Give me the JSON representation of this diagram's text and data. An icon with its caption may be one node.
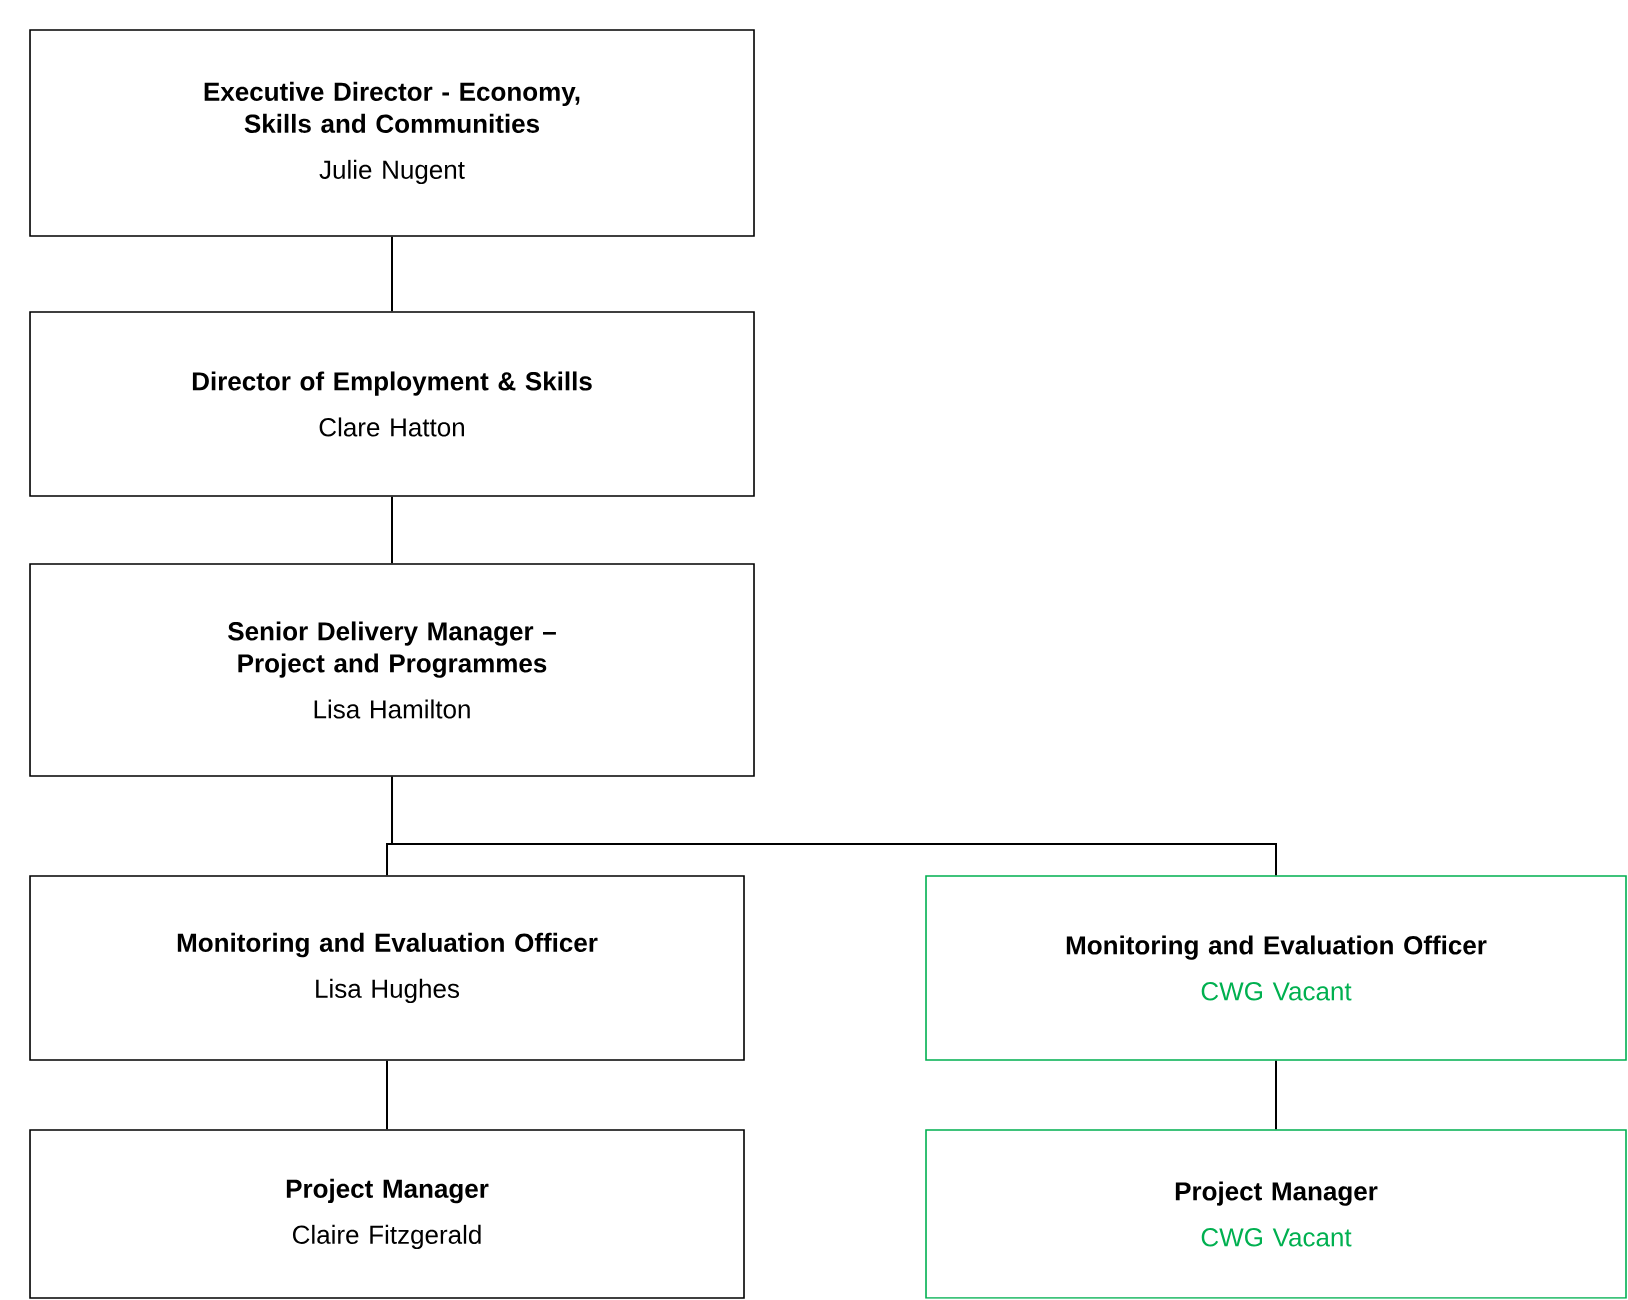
{
  "diagram": {
    "nodes": [
      {
        "text": [
          "Executive Director - Economy, Skills and Communities",
          "Julie Nugent"
        ]
      },
      {
        "text": [
          "Director of Employment & Skills",
          "Clare Hatton"
        ]
      },
      {
        "text": [
          "Senior Delivery Manager – Project and Programmes",
          "Lisa Hamilton"
        ]
      },
      {
        "text": [
          "Monitoring and Evaluation Officer",
          "Lisa Hughes"
        ]
      },
      {
        "text": [
          "Monitoring and Evaluation Officer",
          "CWG Vacant"
        ]
      },
      {
        "text": [
          "Project Manager",
          "Claire Fitzgerald"
        ]
      },
      {
        "text": [
          "Project Manager",
          "CWG Vacant"
        ]
      }
    ],
    "edges": [
      {
        "from": 0,
        "to": 1,
        "arrow": "none"
      },
      {
        "from": 1,
        "to": 2,
        "arrow": "none"
      },
      {
        "from": 2,
        "to": 3,
        "arrow": "none"
      },
      {
        "from": 2,
        "to": 4,
        "arrow": "none"
      },
      {
        "from": 3,
        "to": 5,
        "arrow": "none"
      },
      {
        "from": 4,
        "to": 6,
        "arrow": "none"
      }
    ]
  }
}
